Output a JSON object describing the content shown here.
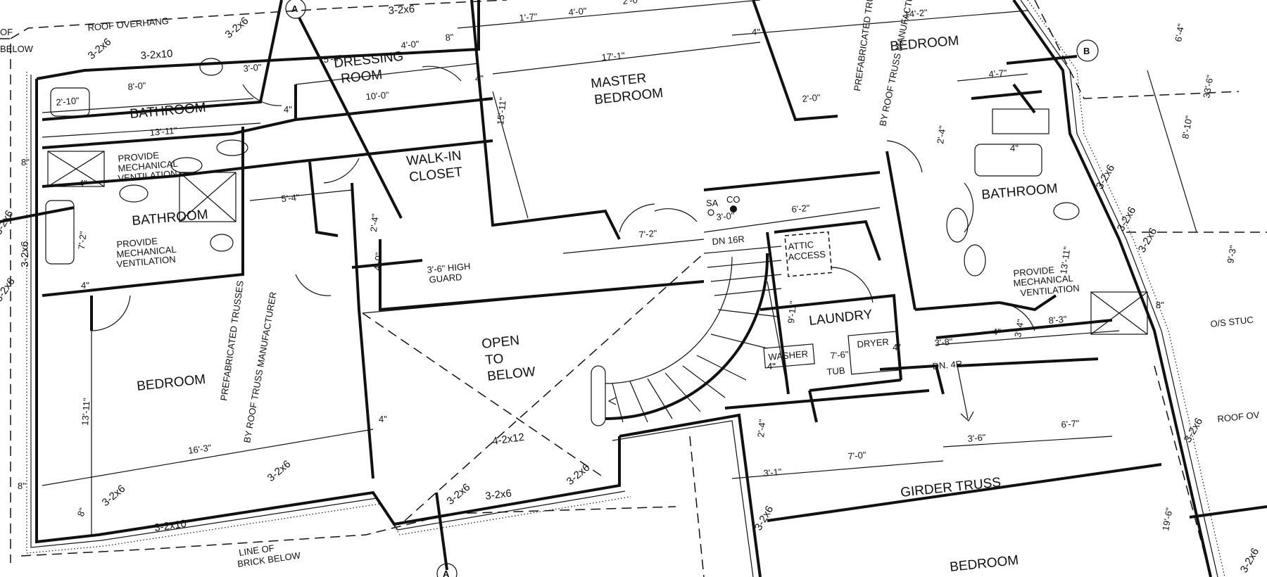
{
  "rooms": {
    "dressing_room_a": "DRESSING",
    "dressing_room_b": "ROOM",
    "bathroom_1": "BATHROOM",
    "bathroom_2": "BATHROOM",
    "bathroom_3": "BATHROOM",
    "master_bedroom_a": "MASTER",
    "master_bedroom_b": "BEDROOM",
    "walk_in_a": "WALK-IN",
    "walk_in_b": "CLOSET",
    "bedroom_1": "BEDROOM",
    "bedroom_2": "BEDROOM",
    "bedroom_3": "BEDROOM",
    "open_a": "OPEN",
    "open_b": "TO",
    "open_c": "BELOW",
    "laundry": "LAUNDRY"
  },
  "notes": {
    "roof_overhang": "ROOF OVERHANG",
    "roof_ov_right": "ROOF OV",
    "os_stuc": "O/S STUC",
    "of_below_a": "OF",
    "of_below_b": "BELOW",
    "provide": "PROVIDE",
    "mechanical": "MECHANICAL",
    "ventilation": "VENTILATION",
    "attic_a": "ATTIC",
    "attic_b": "ACCESS",
    "washer": "WASHER",
    "dryer": "DRYER",
    "tub": "TUB",
    "sa": "SA",
    "co": "CO",
    "dn_16r": "DN  16R",
    "dn_4r": "DN. 4R",
    "guard_a": "3'-6\" HIGH",
    "guard_b": "GUARD",
    "girder_truss": "GIRDER TRUSS",
    "line_of_a": "LINE OF",
    "line_of_b": "BRICK BELOW",
    "prefab": "PREFABRICATED    TRUSSES",
    "by_roof": "BY ROOF TRUSS MANUFACTURER"
  },
  "members": {
    "m_3_2x10": "3-2x10",
    "m_3_2x6": "3-2x6",
    "m_4_2x12": "4-2x12"
  },
  "dims": {
    "d_1_7": "1'-7\"",
    "d_4_0": "4'-0\"",
    "d_2_0": "2'-0\"",
    "d_14_2": "14'-2\"",
    "d_5_4": "5'-4\"",
    "d_8": "8\"",
    "d_3_0": "3'-0\"",
    "d_8_0": "8'-0\"",
    "d_2_10": "2'-10\"",
    "d_10_0": "10'-0\"",
    "d_17_1": "17'-1\"",
    "d_15_11": "15'-11\"",
    "d_4": "4\"",
    "d_13_11": "13'-11\"",
    "d_7_2": "7'-2\"",
    "d_6_2": "6'-2\"",
    "d_2_4": "2'-4\"",
    "d_9_11": "9'-11\"",
    "d_16_3": "16'-3\"",
    "d_4_7": "4'-7\"",
    "d_8_10": "8'-10\"",
    "d_33_6": "33'-6\"",
    "d_6_4": "6'-4\"",
    "d_9_3": "9'-3\"",
    "d_8_3": "8'-3\"",
    "d_3_8": "3'-8\"",
    "d_3_4": "3'-4\"",
    "d_7_6": "7'-6\"",
    "d_3_6": "3'-6\"",
    "d_6_7": "6'-7\"",
    "d_7_0": "7'-0\"",
    "d_3_1": "3'-1\"",
    "d_19_6": "19'-6\"",
    "d_9_11b": "9'-11\""
  },
  "markers": {
    "a": "A",
    "b": "B"
  }
}
